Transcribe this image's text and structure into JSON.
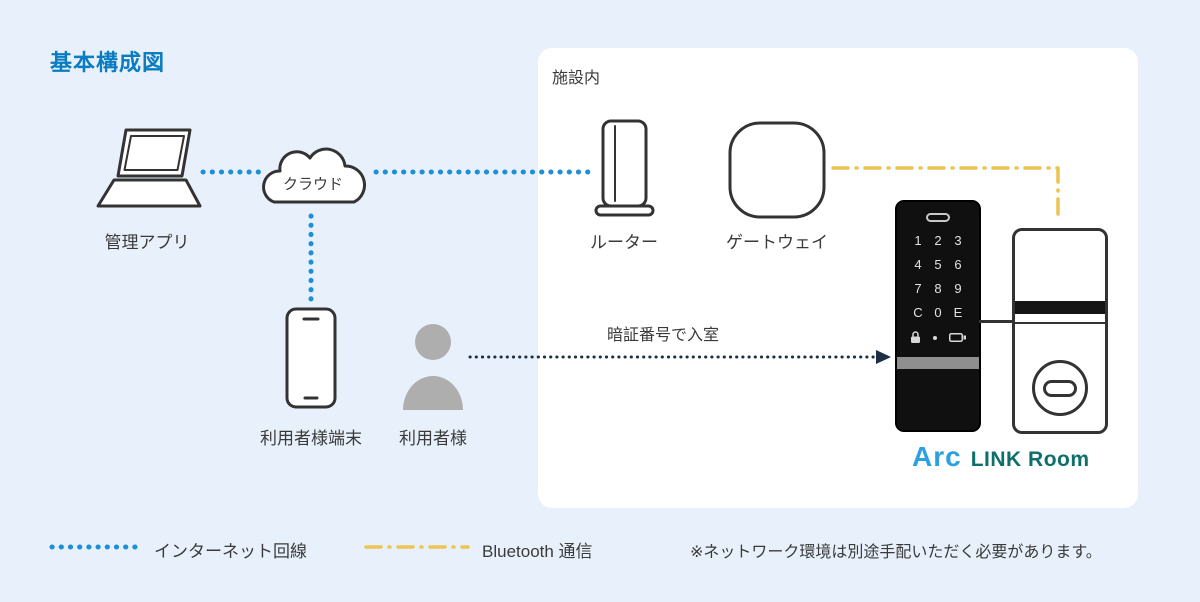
{
  "page": {
    "title": "基本構成図"
  },
  "facility": {
    "label": "施設内"
  },
  "nodes": {
    "laptop": {
      "label": "管理アプリ"
    },
    "cloud": {
      "label": "クラウド"
    },
    "router": {
      "label": "ルーター"
    },
    "gateway": {
      "label": "ゲートウェイ"
    },
    "phone": {
      "label": "利用者様端末"
    },
    "user": {
      "label": "利用者様"
    }
  },
  "lock": {
    "keys": [
      "1",
      "2",
      "3",
      "4",
      "5",
      "6",
      "7",
      "8",
      "9",
      "C",
      "0",
      "E"
    ],
    "brand_arc": "Arc",
    "brand_rest": "LINK Room"
  },
  "annotations": {
    "pin_entry": "暗証番号で入室"
  },
  "legend": {
    "internet": "インターネット回線",
    "bluetooth": "Bluetooth 通信",
    "note": "※ネットワーク環境は別途手配いただく必要があります。"
  },
  "colors": {
    "background": "#e8f1fb",
    "title": "#0a7cc1",
    "text": "#3a3a3a",
    "outline": "#333333",
    "internet": "#1d8ed8",
    "bluetooth": "#ecc44f",
    "arrow": "#1c2f45",
    "arc_blue": "#2ba0e3",
    "brand_teal": "#0e6f6b"
  }
}
